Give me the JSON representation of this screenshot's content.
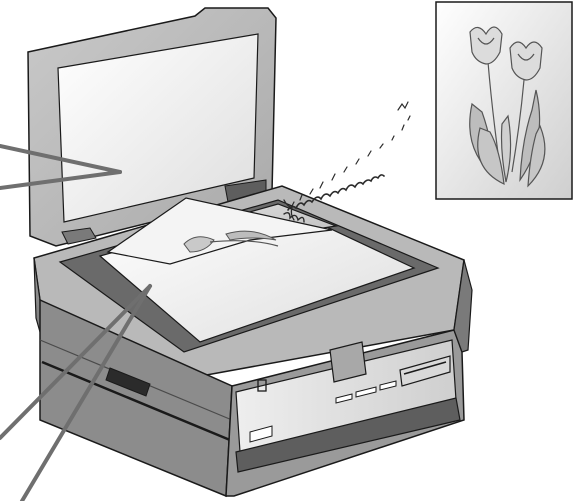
{
  "colors": {
    "body_dark": "#5e5e5e",
    "body_mid": "#8c8c8c",
    "body_light": "#b9b9b9",
    "panel_light": "#dcdcdc",
    "glass": "#f2f2f2",
    "tulip_fill": "#bdbdbd",
    "tulip_stroke": "#555555",
    "callout_line": "#6f6f6f",
    "outline": "#1a1a1a"
  },
  "icons": {
    "scanner": "scanner-illustration",
    "document": "photo-document",
    "tulip": "tulip-illustration",
    "dust": "dust-smudge",
    "callout": "callout-line",
    "inset": "magnified-photo-inset"
  }
}
